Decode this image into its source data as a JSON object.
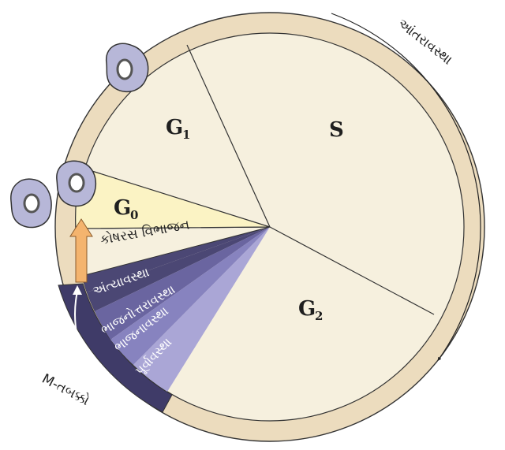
{
  "labels": {
    "interphase": "આંતરાવસ્થા",
    "g1": "G",
    "g1_sub": "1",
    "s": "S",
    "g2": "G",
    "g2_sub": "2",
    "g0": "G",
    "g0_sub": "0",
    "cytokinesis": "કોષરસ વિભાજન",
    "telophase": "અંત્યાવસ્થા",
    "anaphase": "ભાજનોત્તરાવસ્થા",
    "metaphase": "ભાજનાવસ્થા",
    "prophase": "પૂર્વાવસ્થા",
    "m_phase": "M-તબક્કો"
  },
  "colors": {
    "ring": "#ecdcbe",
    "interior": "#f6f0de",
    "g0": "#fbf3c4",
    "cytokinesis": "#ffffff",
    "telophase": "#4b4774",
    "anaphase": "#6a65a0",
    "metaphase": "#8783bf",
    "prophase": "#aaa6d6",
    "m_band": "#3f3b68",
    "arrow": "#f4b46e",
    "cell_fill": "#b7b7d8",
    "nucleus": "#7d7db0"
  }
}
